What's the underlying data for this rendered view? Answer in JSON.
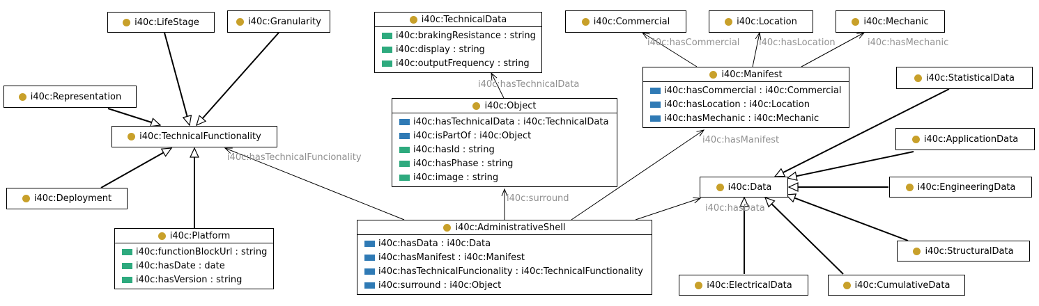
{
  "colors": {
    "class_dot": "#c8a02a",
    "datatype_property": "#2eaa7e",
    "object_property": "#2f7ab5",
    "edge_label": "#909090"
  },
  "classes": {
    "lifestage": {
      "name": "i40c:LifeStage"
    },
    "granularity": {
      "name": "i40c:Granularity"
    },
    "representation": {
      "name": "i40c:Representation"
    },
    "technicalfunctionality": {
      "name": "i40c:TechnicalFunctionality"
    },
    "deployment": {
      "name": "i40c:Deployment"
    },
    "platform": {
      "name": "i40c:Platform",
      "attributes": [
        {
          "kind": "data",
          "text": "i40c:functionBlockUrl : string"
        },
        {
          "kind": "data",
          "text": "i40c:hasDate : date"
        },
        {
          "kind": "data",
          "text": "i40c:hasVersion : string"
        }
      ]
    },
    "technicaldata": {
      "name": "i40c:TechnicalData",
      "attributes": [
        {
          "kind": "data",
          "text": "i40c:brakingResistance : string"
        },
        {
          "kind": "data",
          "text": "i40c:display : string"
        },
        {
          "kind": "data",
          "text": "i40c:outputFrequency : string"
        }
      ]
    },
    "object": {
      "name": "i40c:Object",
      "attributes": [
        {
          "kind": "object",
          "text": "i40c:hasTechnicalData : i40c:TechnicalData"
        },
        {
          "kind": "object",
          "text": "i40c:isPartOf : i40c:Object"
        },
        {
          "kind": "data",
          "text": "i40c:hasId : string"
        },
        {
          "kind": "data",
          "text": "i40c:hasPhase : string"
        },
        {
          "kind": "data",
          "text": "i40c:image : string"
        }
      ]
    },
    "administrativeshell": {
      "name": "i40c:AdministrativeShell",
      "attributes": [
        {
          "kind": "object",
          "text": "i40c:hasData : i40c:Data"
        },
        {
          "kind": "object",
          "text": "i40c:hasManifest : i40c:Manifest"
        },
        {
          "kind": "object",
          "text": "i40c:hasTechnicalFuncionality : i40c:TechnicalFunctionality"
        },
        {
          "kind": "object",
          "text": "i40c:surround : i40c:Object"
        }
      ]
    },
    "commercial": {
      "name": "i40c:Commercial"
    },
    "location": {
      "name": "i40c:Location"
    },
    "mechanic": {
      "name": "i40c:Mechanic"
    },
    "manifest": {
      "name": "i40c:Manifest",
      "attributes": [
        {
          "kind": "object",
          "text": "i40c:hasCommercial : i40c:Commercial"
        },
        {
          "kind": "object",
          "text": "i40c:hasLocation : i40c:Location"
        },
        {
          "kind": "object",
          "text": "i40c:hasMechanic : i40c:Mechanic"
        }
      ]
    },
    "data": {
      "name": "i40c:Data"
    },
    "statisticaldata": {
      "name": "i40c:StatisticalData"
    },
    "applicationdata": {
      "name": "i40c:ApplicationData"
    },
    "engineeringdata": {
      "name": "i40c:EngineeringData"
    },
    "structuraldata": {
      "name": "i40c:StructuralData"
    },
    "electricaldata": {
      "name": "i40c:ElectricalData"
    },
    "cumulativedata": {
      "name": "i40c:CumulativeData"
    }
  },
  "edge_labels": {
    "hasTechnicalData": "i40c:hasTechnicalData",
    "hasTechnicalFuncionality": "i40c:hasTechnicalFuncionality",
    "surround": "i40c:surround",
    "hasManifest": "i40c:hasManifest",
    "hasCommercial": "i40c:hasCommercial",
    "hasLocation": "i40c:hasLocation",
    "hasMechanic": "i40c:hasMechanic",
    "hasData": "i40c:hasData"
  }
}
